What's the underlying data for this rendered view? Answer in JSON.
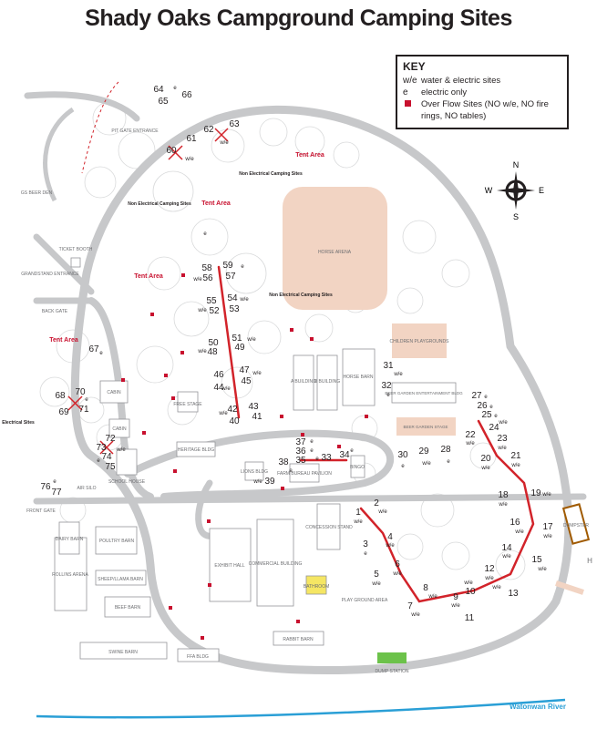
{
  "title": "Shady Oaks Campground Camping Sites",
  "key": {
    "heading": "KEY",
    "items": [
      {
        "symbol": "w/e",
        "text": "water & electric sites"
      },
      {
        "symbol": "e",
        "text": "electric only"
      },
      {
        "symbol": "square",
        "text": "Over Flow Sites (NO w/e, NO fire rings, NO tables)"
      }
    ]
  },
  "compass": {
    "n": "N",
    "s": "S",
    "e": "E",
    "w": "W"
  },
  "colors": {
    "road": "#c7c8ca",
    "site_line": "#d2232a",
    "tent": "#c8102e",
    "sand": "#f2d4c3",
    "water": "#2a9fd6",
    "dump": "#6cc24a",
    "bathroom": "#f5e663"
  },
  "labels": {
    "pit_gate": "PIT GATE ENTRANCE",
    "gs_beer_den": "GS BEER DEN",
    "ticket_booth": "TICKET BOOTH",
    "grandstand_entrance": "GRANDSTAND ENTRANCE",
    "back_gate": "BACK GATE",
    "front_gate": "FRONT GATE",
    "non_electrical_1": "Non Electrical Camping Sites",
    "non_electrical_2": "Non Electrical Camping Sites",
    "non_electrical_3": "Non Electrical Camping Sites",
    "electrical_sites": "Electrical Sites",
    "tent_area": "Tent Area",
    "horse_arena": "HORSE ARENA",
    "children_playgrounds": "CHILDREN PLAYGROUNDS",
    "beer_garden_ent": "BEER GARDEN ENTERTAINMENT BLDG",
    "beer_garden_stage": "BEER GARDEN STAGE",
    "cabin": "CABIN",
    "school_house": "SCHOOL HOUSE",
    "air_silo": "AIR SILO",
    "free_stage": "FREE STAGE",
    "heritage_bldg": "HERITAGE BLDG",
    "a_building": "A BUILDING",
    "b_building": "B BUILDING",
    "horse_barn": "HORSE BARN",
    "lions_bldg": "LIONS BLDG",
    "farm_bureau": "FARM BUREAU PAVILION",
    "bingo": "BINGO",
    "exhibit_hall": "EXHIBIT HALL",
    "commercial_building": "COMMERCIAL BUILDING",
    "concession_stand": "CONCESSION STAND",
    "bathroom": "BATHROOM",
    "play_ground": "PLAY GROUND AREA",
    "rabbit_barn": "RABBIT BARN",
    "dump_station": "DUMP STATION",
    "dumpster": "DUMPSTER",
    "poultry_barn": "POULTRY BARN",
    "sheep_llama": "SHEEP/LLAMA BARN",
    "beef_barn": "BEEF BARN",
    "swine_barn": "SWINE BARN",
    "ffa_bldg": "FFA BLDG",
    "rollins_arena": "ROLLINS ARENA",
    "dairy_barn": "DAIRY BARN",
    "river": "Watonwan River",
    "h": "H"
  },
  "sites": [
    "1",
    "2",
    "3",
    "4",
    "5",
    "6",
    "7",
    "8",
    "9",
    "10",
    "11",
    "12",
    "13",
    "14",
    "15",
    "16",
    "17",
    "18",
    "19",
    "20",
    "21",
    "22",
    "23",
    "24",
    "25",
    "26",
    "27",
    "28",
    "29",
    "30",
    "31",
    "32",
    "33",
    "34",
    "35",
    "36",
    "37",
    "38",
    "39",
    "40",
    "41",
    "42",
    "43",
    "44",
    "45",
    "46",
    "47",
    "48",
    "49",
    "50",
    "51",
    "52",
    "53",
    "54",
    "55",
    "56",
    "57",
    "58",
    "59",
    "60",
    "61",
    "62",
    "63",
    "64",
    "65",
    "66",
    "67",
    "68",
    "69",
    "70",
    "71",
    "72",
    "73",
    "74",
    "75",
    "76",
    "77"
  ],
  "site_types": {
    "we": "w/e",
    "e": "e"
  }
}
